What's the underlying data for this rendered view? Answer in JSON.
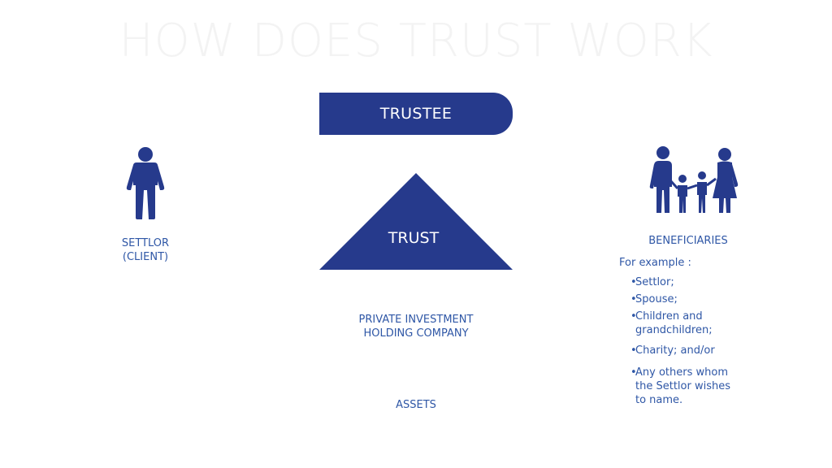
{
  "title": "HOW DOES TRUST WORK",
  "trustee": {
    "label": "TRUSTEE"
  },
  "trust": {
    "label": "TRUST"
  },
  "settlor": {
    "label_line1": "SETTLOR",
    "label_line2": "(CLIENT)",
    "icon": "person-icon"
  },
  "company": {
    "label_line1": "PRIVATE INVESTMENT",
    "label_line2": "HOLDING COMPANY"
  },
  "assets": {
    "label": "ASSETS"
  },
  "beneficiaries": {
    "label": "BENEFICIARIES",
    "icon": "family-icon",
    "intro": "For example :",
    "bullet_glyph": "•",
    "items": [
      "Settlor;",
      "Spouse;",
      "Children and\ngrandchildren;",
      "Charity; and/or",
      "Any others whom\nthe Settlor wishes\nto name."
    ]
  },
  "colors": {
    "primary": "#263a8c",
    "text": "#2f57a6",
    "title": "#f3f3f3"
  }
}
